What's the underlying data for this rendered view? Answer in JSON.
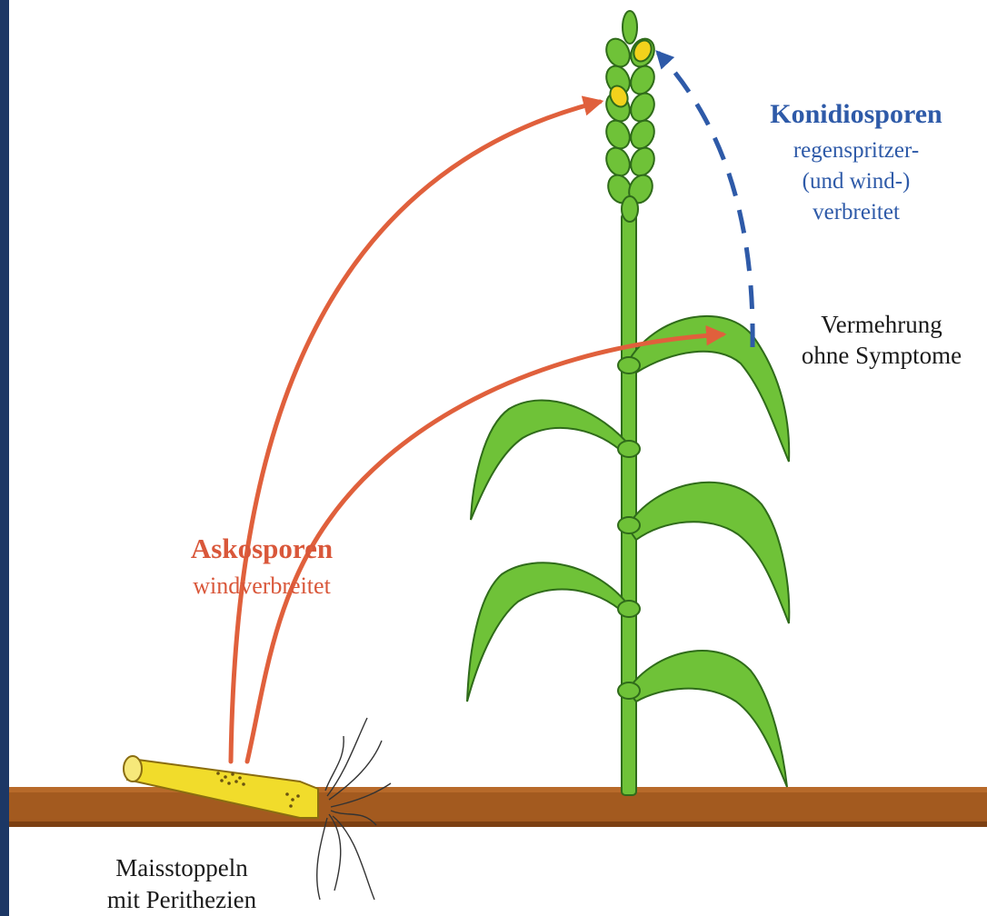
{
  "labels": {
    "askosporen_title": "Askosporen",
    "askosporen_sub": "windverbreitet",
    "konidiosporen_title": "Konidiosporen",
    "konidiosporen_line1": "regenspritzer-",
    "konidiosporen_line2": "(und wind-)",
    "konidiosporen_line3": "verbreitet",
    "vermehrung_line1": "Vermehrung",
    "vermehrung_line2": "ohne Symptome",
    "maisstoppeln_line1": "Maisstoppeln",
    "maisstoppeln_line2": "mit Perithezien"
  },
  "colors": {
    "frame": "#1c3765",
    "soil": "#a35a1f",
    "soil_dark": "#7c4012",
    "ascospore_arrow": "#e0603c",
    "conidiospore_arrow": "#2e5aa8",
    "plant_green": "#6fc238",
    "plant_outline": "#2f6b1a",
    "infected_kernel": "#f2d21c",
    "stubble_yellow": "#f1dc2b"
  },
  "icons": {
    "plant": "wheat-plant-icon",
    "stubble": "corn-stubble-icon"
  }
}
